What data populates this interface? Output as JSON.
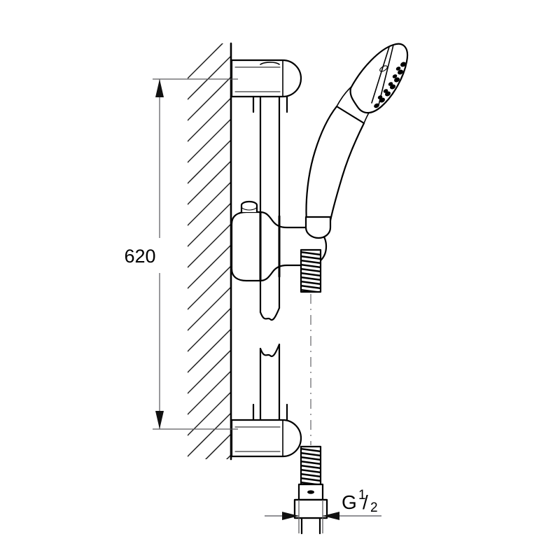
{
  "drawing": {
    "title": "Shower rail set technical drawing",
    "dimensions": {
      "height_label": "620",
      "thread_label_prefix": "G",
      "thread_numerator": "1",
      "thread_slash": "/",
      "thread_denominator": "2"
    },
    "components": {
      "wall": "hatched-wall",
      "upper_bracket": "upper-wall-bracket",
      "lower_bracket": "lower-wall-bracket",
      "rail": "vertical-slide-rail",
      "rail_break": "rail-break-symbol",
      "holder": "sliding-handset-holder",
      "holder_knob": "holder-adjust-knob",
      "handset": "hand-shower-handset",
      "spray_face": "spray-face",
      "hose_upper": "hose-upper-coil",
      "hose_lower": "hose-lower-coil",
      "hose_nut": "hose-connection-nut",
      "hose_knurl": "hose-knurled-collar",
      "hose_axis": "hose-centerline"
    },
    "colors": {
      "line": "#000000",
      "dimension": "#6e6e73",
      "centerline": "#8a8a8e",
      "background": "#ffffff"
    }
  }
}
